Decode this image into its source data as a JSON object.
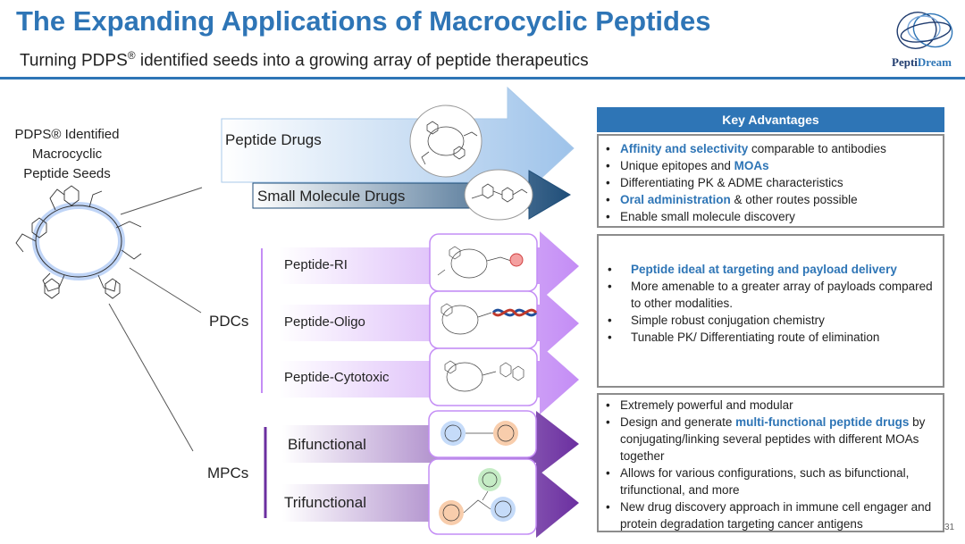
{
  "header": {
    "title": "The Expanding Applications of Macrocyclic Peptides",
    "subtitle_pre": "Turning PDPS",
    "subtitle_reg": "®",
    "subtitle_post": " identified seeds into a growing array of peptide therapeutics",
    "logo_name_a": "Pepti",
    "logo_name_b": "Dream"
  },
  "left": {
    "seed_line1": "PDPS® Identified",
    "seed_line2": "Macrocyclic",
    "seed_line3": "Peptide Seeds",
    "pdcs": "PDCs",
    "mpcs": "MPCs"
  },
  "arrows": {
    "peptide_drugs": "Peptide Drugs",
    "small_molecule_drugs": "Small Molecule Drugs",
    "peptide_ri": "Peptide-RI",
    "peptide_oligo": "Peptide-Oligo",
    "peptide_cytotoxic": "Peptide-Cytotoxic",
    "bifunctional": "Bifunctional",
    "trifunctional": "Trifunctional"
  },
  "panels": {
    "heading": "Key Advantages",
    "p1": [
      {
        "b": "Affinity and selectivity",
        "t": " comparable to antibodies"
      },
      {
        "p": "Unique epitopes and ",
        "b": "MOAs",
        "t": ""
      },
      {
        "t": "Differentiating PK & ADME characteristics"
      },
      {
        "b": "Oral administration",
        "t": " & other routes possible"
      },
      {
        "t": "Enable small molecule discovery"
      }
    ],
    "p2": [
      {
        "b": "Peptide ideal at targeting and payload delivery",
        "t": ""
      },
      {
        "t": "More amenable to a greater array of payloads compared to other modalities."
      },
      {
        "t": "Simple robust conjugation chemistry"
      },
      {
        "t": "Tunable PK/ Differentiating route of elimination"
      }
    ],
    "p3": [
      {
        "t": "Extremely powerful and modular"
      },
      {
        "p": "Design and generate ",
        "b": "multi-functional peptide drugs",
        "t": " by conjugating/linking several peptides with different MOAs together"
      },
      {
        "t": "Allows for various configurations, such as bifunctional, trifunctional, and more"
      },
      {
        "t": "New drug discovery approach in immune cell engager and protein degradation targeting cancer antigens"
      }
    ]
  },
  "page_number": "31",
  "colors": {
    "brand_blue": "#2e75b6",
    "pdc_purple": "#c48df5",
    "mpc_purple": "#6b2fa0",
    "light_blue_arrow": "#a9c9ea",
    "dark_blue_arrow": "#1f4e79"
  }
}
